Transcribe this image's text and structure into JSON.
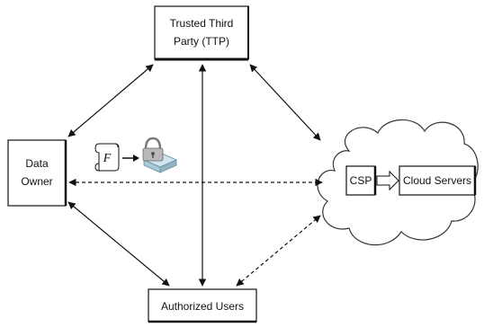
{
  "nodes": {
    "ttp": {
      "line1": "Trusted Third",
      "line2": "Party (TTP)"
    },
    "data_owner": {
      "line1": "Data",
      "line2": "Owner"
    },
    "authorized_users": {
      "label": "Authorized Users"
    },
    "csp": {
      "label": "CSP"
    },
    "cloud_servers": {
      "label": "Cloud Servers"
    }
  },
  "file_icon": {
    "letter": "F"
  },
  "icons": {
    "file": "file-scroll-icon",
    "lock": "padlock-icon",
    "cloud": "cloud-icon"
  }
}
